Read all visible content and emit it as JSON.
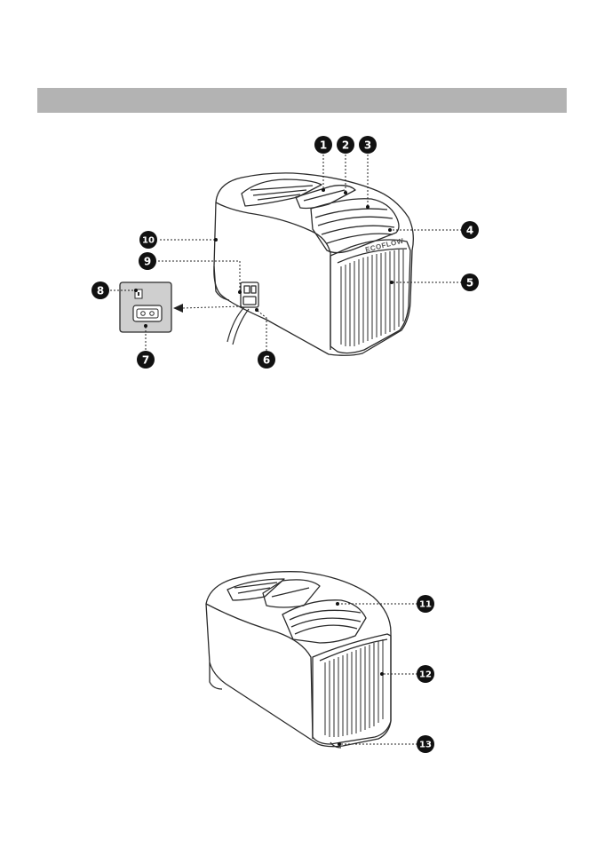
{
  "header": {
    "title": ""
  },
  "figure_top": {
    "callouts": [
      "1",
      "2",
      "3",
      "4",
      "5",
      "6",
      "7",
      "8",
      "9",
      "10"
    ],
    "logo_text": "ECOFLOW"
  },
  "figure_bottom": {
    "callouts": [
      "11",
      "12",
      "13"
    ]
  },
  "colors": {
    "header_bar": "#b3b3b3",
    "line_art": "#2b2b2b",
    "callout_fill": "#111111",
    "panel_fill": "#cfcfcf"
  }
}
